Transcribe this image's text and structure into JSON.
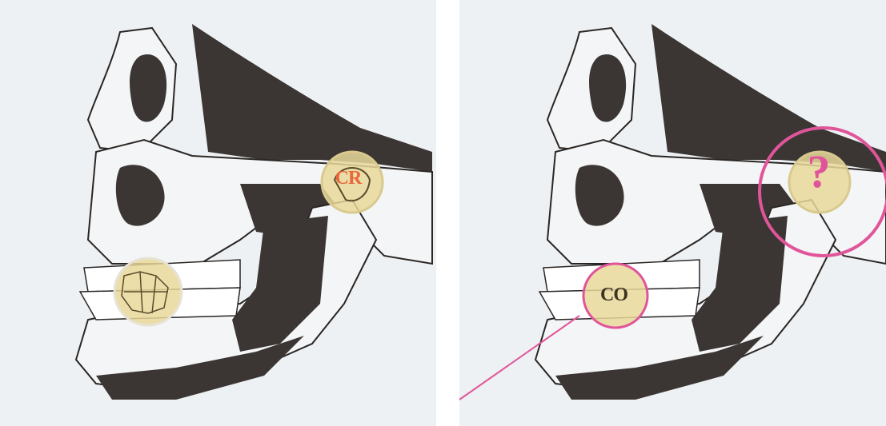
{
  "markers": {
    "cr_label": "CR",
    "co_label": "CO",
    "question_label": "?"
  },
  "colors": {
    "background": "#eef1f3",
    "bone": "#f4f5f6",
    "shadow": "#3b3634",
    "highlight": "#e9d89a",
    "cr_text": "#e8663a",
    "pink": "#e0559a"
  },
  "icons": {
    "left_panel": "skull-lateral-illustration",
    "right_panel": "skull-lateral-illustration",
    "condyle_marker": "magnifier-circle",
    "teeth_marker": "magnifier-circle"
  }
}
